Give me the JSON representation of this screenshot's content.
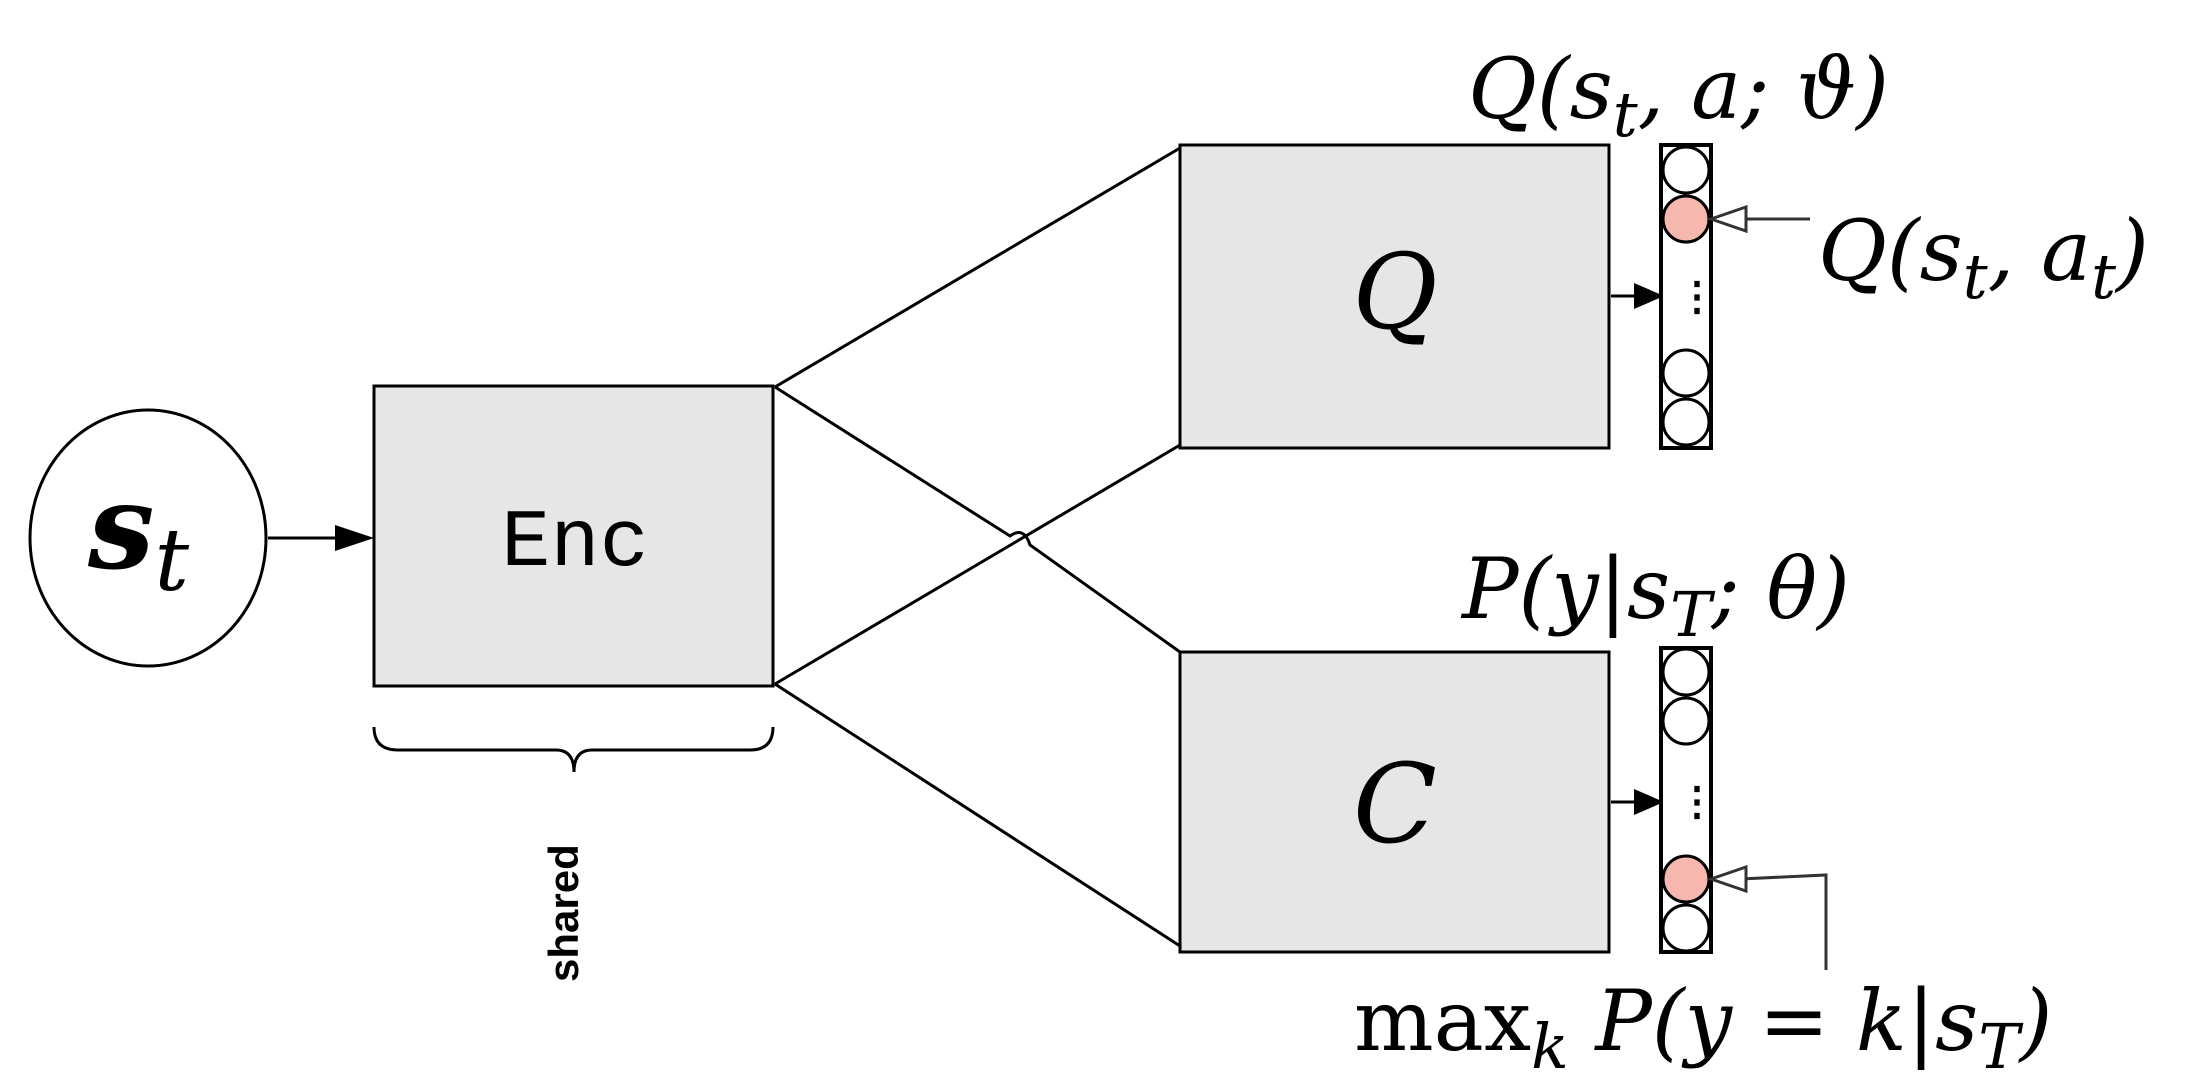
{
  "input": {
    "symbol": "s",
    "subscript": "t"
  },
  "encoder": {
    "label": "Enc",
    "brace_label": "shared"
  },
  "q_head": {
    "label": "Q",
    "output_label": {
      "pre": "Q(s",
      "sub": "t",
      "post": ", a; ϑ)"
    },
    "selected_label": {
      "pre": "Q(s",
      "sub1": "t",
      "mid": ", a",
      "sub2": "t",
      "post": ")"
    },
    "ellipsis": "⋮"
  },
  "c_head": {
    "label": "C",
    "output_label": {
      "pre": "P(y|s",
      "sub": "T",
      "post": "; θ)"
    },
    "selected_label": {
      "pre": "max",
      "sub1": "k",
      "mid": " P(y = k|s",
      "sub2": "T",
      "post": ")"
    },
    "ellipsis": "⋮"
  },
  "colors": {
    "box_fill": "#e6e6e6",
    "stroke": "#000000",
    "highlight": "#f6b8ae",
    "pointer": "#333333"
  }
}
